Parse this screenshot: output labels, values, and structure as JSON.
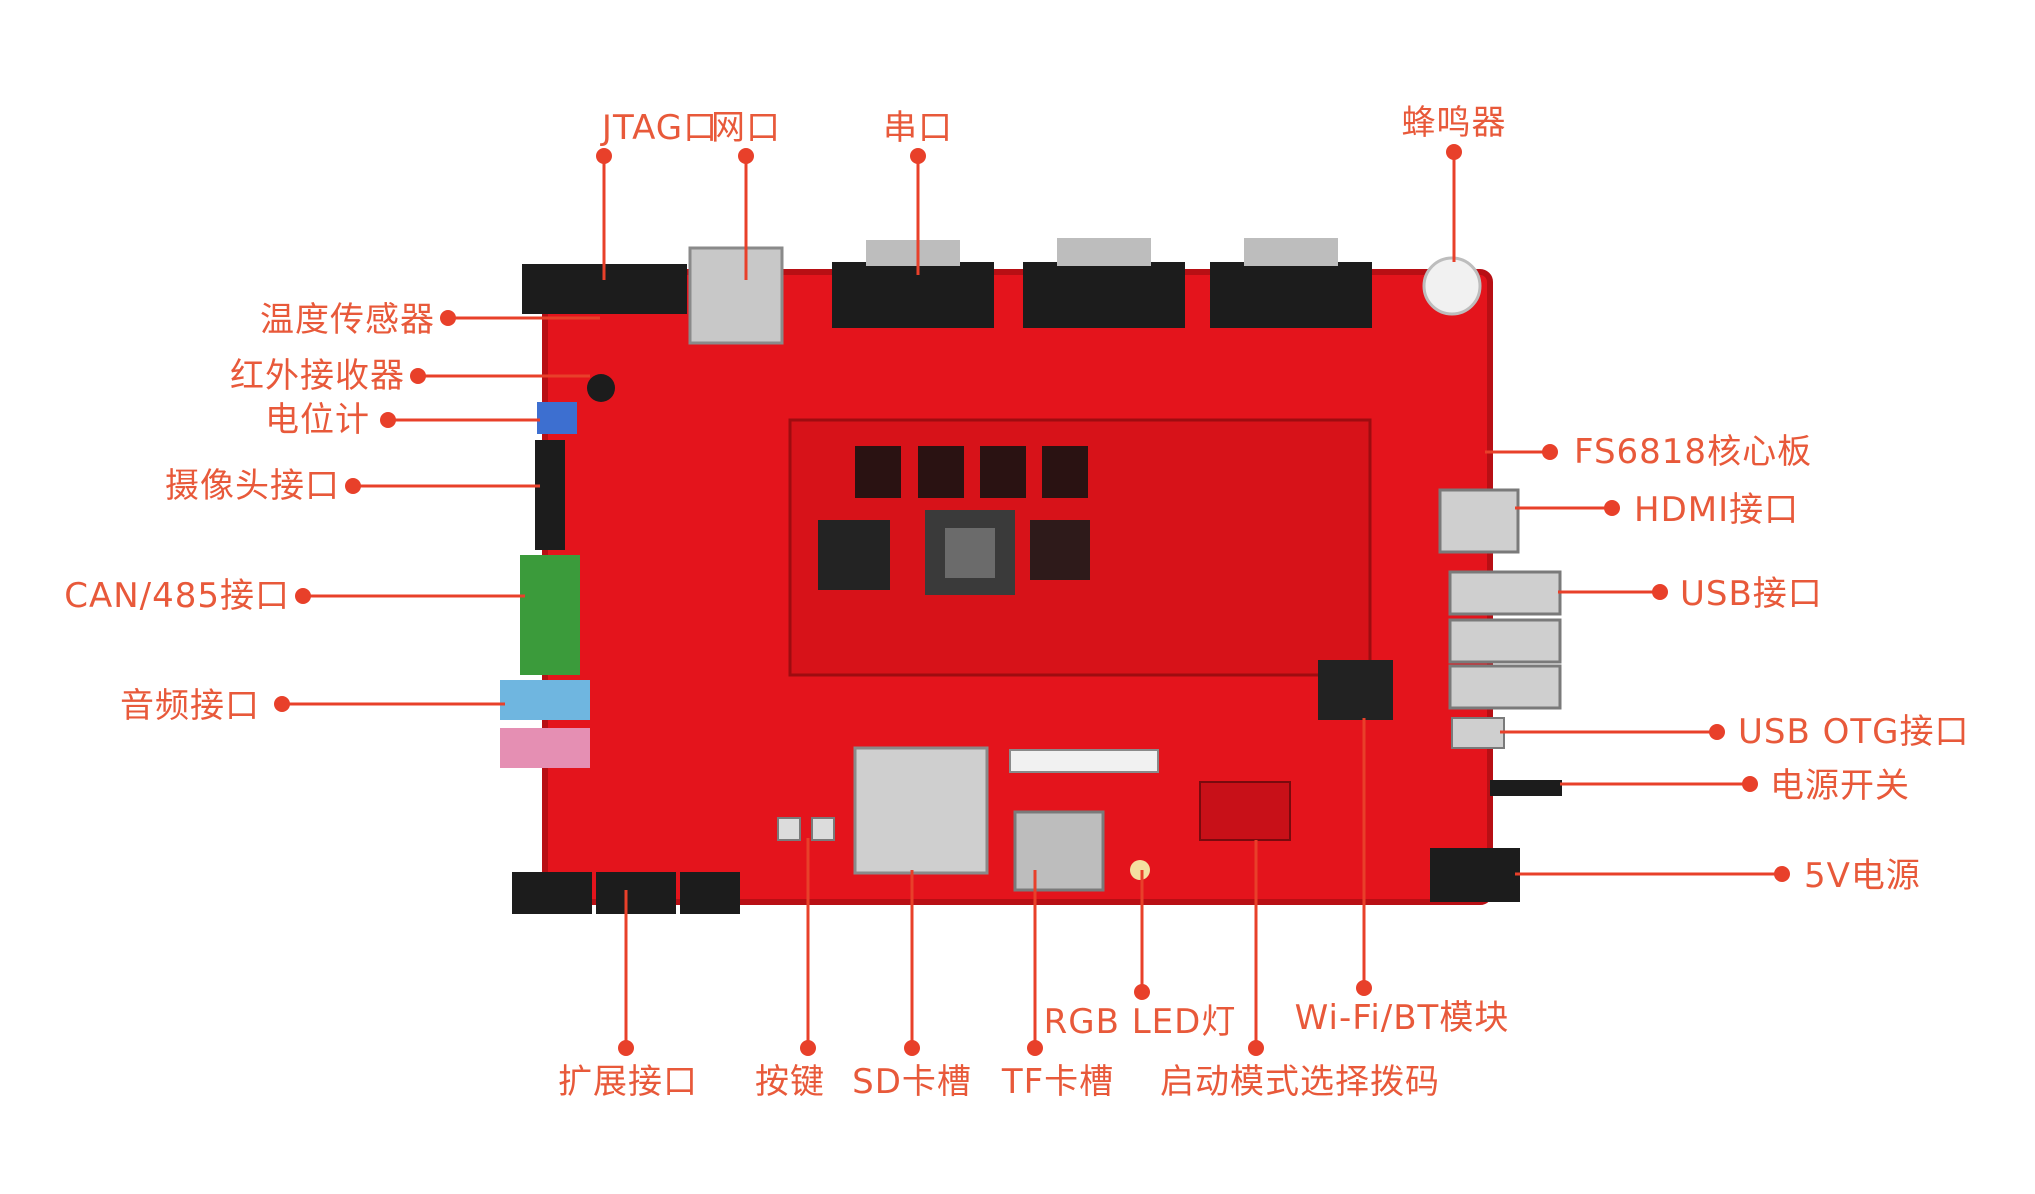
{
  "colors": {
    "label": "#e8593a",
    "leader": "#e8402a",
    "board": "#e4141c",
    "board_dark": "#b80f14",
    "connector_black": "#1c1c1c",
    "metal": "#bdbdbd",
    "blue_jack": "#6fb6e0",
    "pink_jack": "#e58fb3",
    "green_terminal": "#3b9b3b"
  },
  "labels": {
    "jtag": "JTAG口",
    "ethernet": "网口",
    "serial": "串口",
    "buzzer": "蜂鸣器",
    "temp_sensor": "温度传感器",
    "ir_receiver": "红外接收器",
    "potentiometer": "电位计",
    "camera": "摄像头接口",
    "can485": "CAN/485接口",
    "audio": "音频接口",
    "core_board": "FS6818核心板",
    "hdmi": "HDMI接口",
    "usb": "USB接口",
    "usb_otg": "USB OTG接口",
    "power_switch": "电源开关",
    "power_5v": "5V电源",
    "expansion": "扩展接口",
    "keys": "按键",
    "sd_slot": "SD卡槽",
    "tf_slot": "TF卡槽",
    "rgb_led": "RGB LED灯",
    "boot_switch": "启动模式选择拨码",
    "wifi_bt": "Wi-Fi/BT模块"
  }
}
